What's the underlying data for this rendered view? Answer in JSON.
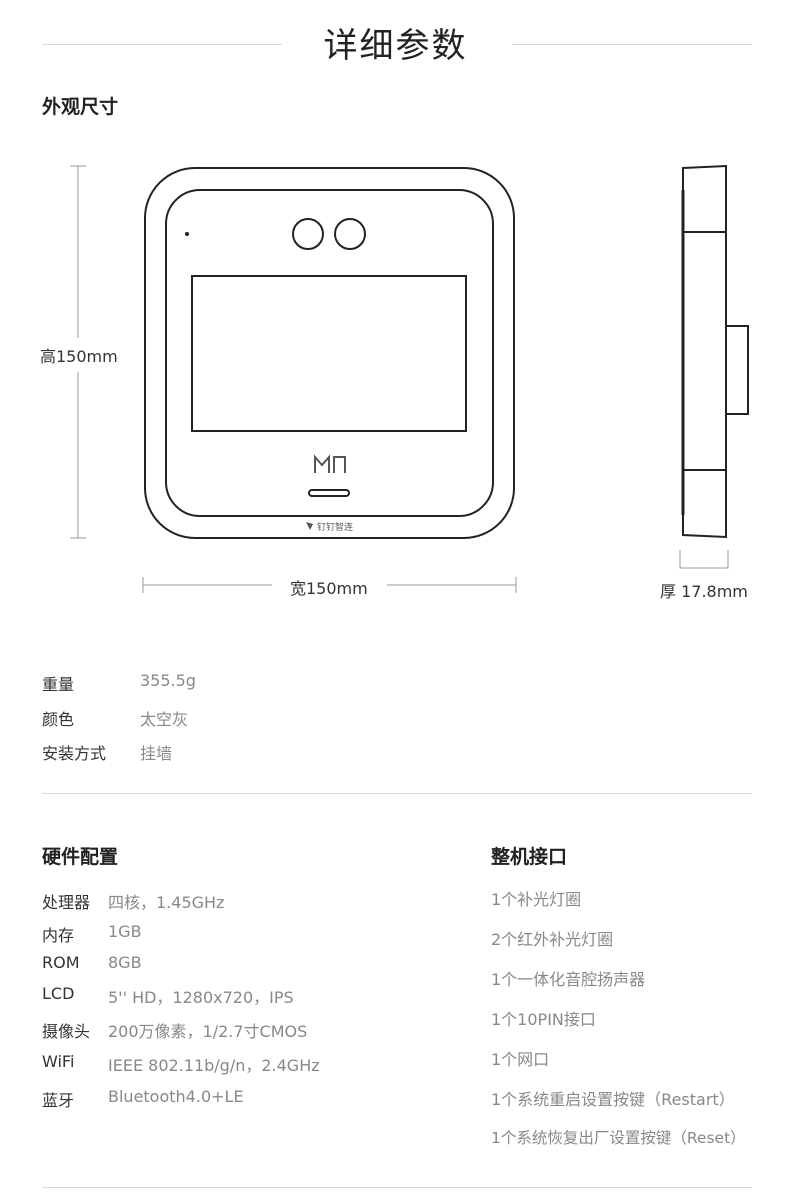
{
  "header": {
    "title": "详细参数"
  },
  "appearance": {
    "section_title": "外观尺寸",
    "height_label": "高150mm",
    "width_label": "宽150mm",
    "depth_label": "厚 17.8mm",
    "brand_text": "钉钉智连"
  },
  "basic_specs": [
    {
      "label": "重量",
      "value": "355.5g"
    },
    {
      "label": "颜色",
      "value": "太空灰"
    },
    {
      "label": "安装方式",
      "value": "挂墙"
    }
  ],
  "hardware": {
    "section_title": "硬件配置",
    "items": [
      {
        "label": "处理器",
        "value": "四核，1.45GHz"
      },
      {
        "label": "内存",
        "value": "1GB"
      },
      {
        "label": "ROM",
        "value": "8GB"
      },
      {
        "label": "LCD",
        "value": "5'' HD，1280x720，IPS"
      },
      {
        "label": "摄像头",
        "value": "200万像素，1/2.7寸CMOS"
      },
      {
        "label": "WiFi",
        "value": "IEEE 802.11b/g/n，2.4GHz"
      },
      {
        "label": "蓝牙",
        "value": "Bluetooth4.0+LE"
      }
    ]
  },
  "interfaces": {
    "section_title": "整机接口",
    "items": [
      "1个补光灯圈",
      "2个红外补光灯圈",
      "1个一体化音腔扬声器",
      "1个10PIN接口",
      "1个网口",
      "1个系统重启设置按键（Restart）",
      "1个系统恢复出厂设置按键（Reset）"
    ]
  }
}
